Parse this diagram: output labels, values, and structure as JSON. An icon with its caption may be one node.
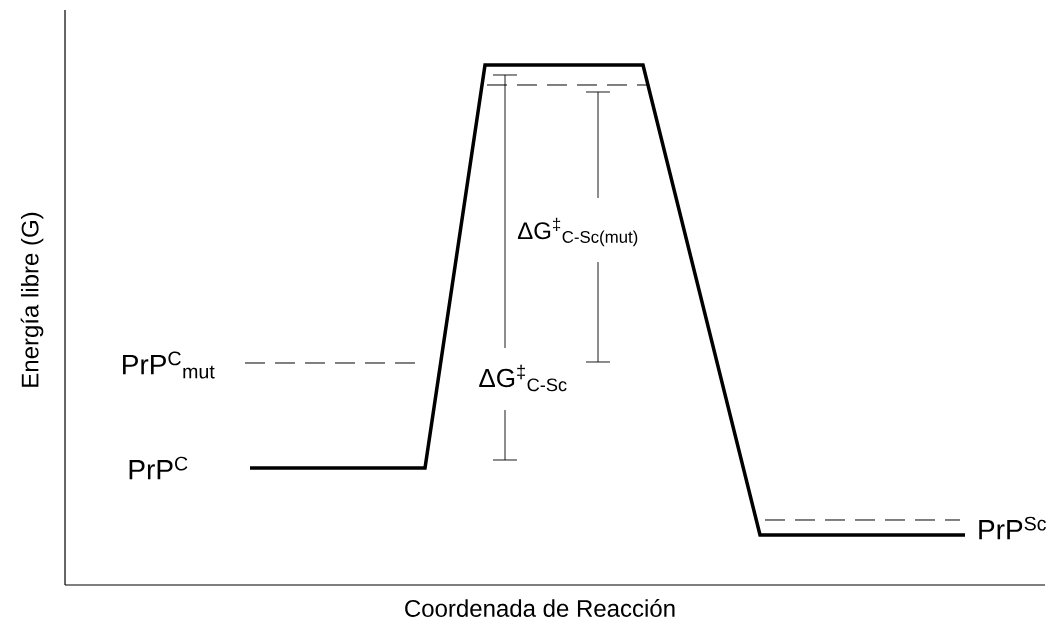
{
  "diagram": {
    "labels": [
      "Energía libre (G)",
      "PrP$^{C}$$_{mut}$",
      "ΔG$^{‡}$$_{C-Sc(mut)}$",
      "ΔG$^{‡}$$_{C-Sc}$",
      "PrP$^{C}$",
      "PrP$^{Sc}$",
      "Coordenada de Reacción"
    ]
  }
}
